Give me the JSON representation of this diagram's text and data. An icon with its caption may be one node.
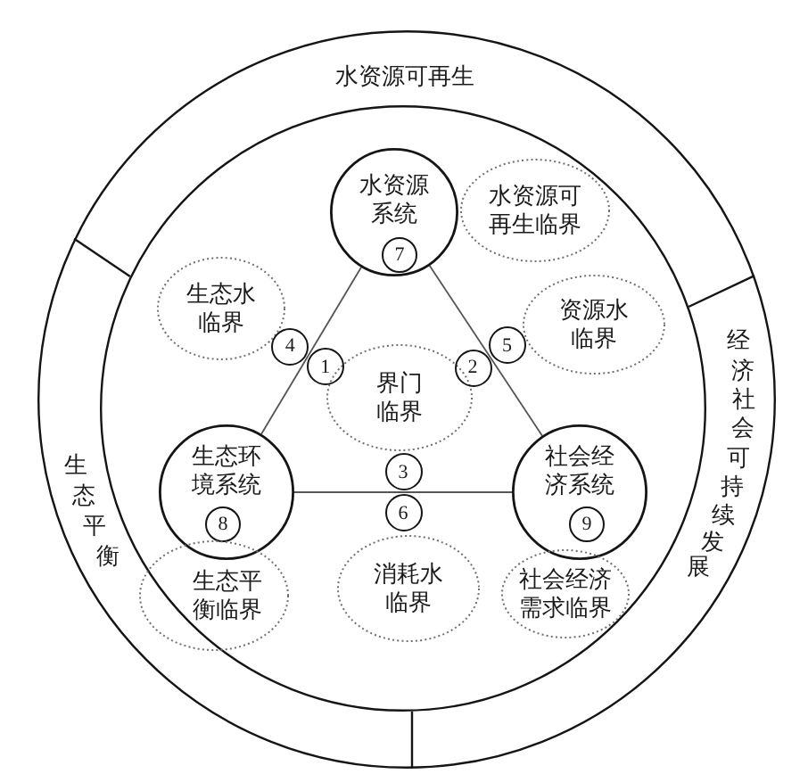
{
  "diagram": {
    "nodes": [
      {
        "text": [
          "水资源可再生",
          "生态平衡",
          "经济社会可持续发展"
        ]
      },
      {
        "text": [],
        "shape": "circle",
        "in": 0
      },
      {
        "text": [
          "水资源系统"
        ],
        "in": 1
      },
      {
        "text": [
          "水资源可再生临界"
        ],
        "in": 1
      },
      {
        "text": [
          "生态水临界"
        ],
        "in": 1
      },
      {
        "text": [
          "资源水临界"
        ],
        "in": 1
      },
      {
        "text": [
          "界门临界"
        ],
        "in": 1
      },
      {
        "text": [
          "生态环境系统"
        ],
        "in": 1
      },
      {
        "text": [
          "社会经济系统"
        ],
        "in": 1
      },
      {
        "text": [
          "消耗水临界"
        ],
        "in": 1
      },
      {
        "text": [
          "生态平衡临界"
        ],
        "in": 1
      },
      {
        "text": [
          "社会经济需求临界"
        ],
        "in": 1
      },
      {
        "text": [
          "1"
        ],
        "in": 1
      },
      {
        "text": [
          "2"
        ],
        "in": 1
      },
      {
        "text": [
          "3"
        ],
        "in": 1
      },
      {
        "text": [
          "4"
        ],
        "in": 1
      },
      {
        "text": [
          "5"
        ],
        "in": 1
      },
      {
        "text": [
          "6"
        ],
        "in": 1
      },
      {
        "text": [
          "7"
        ],
        "in": 2
      },
      {
        "text": [
          "8"
        ],
        "in": 7
      },
      {
        "text": [
          "9"
        ],
        "in": 8
      }
    ],
    "edges": [
      {
        "from": 2,
        "to": 7,
        "arrow": "none"
      },
      {
        "from": 2,
        "to": 8,
        "arrow": "none"
      },
      {
        "from": 7,
        "to": 8,
        "arrow": "none"
      }
    ]
  }
}
